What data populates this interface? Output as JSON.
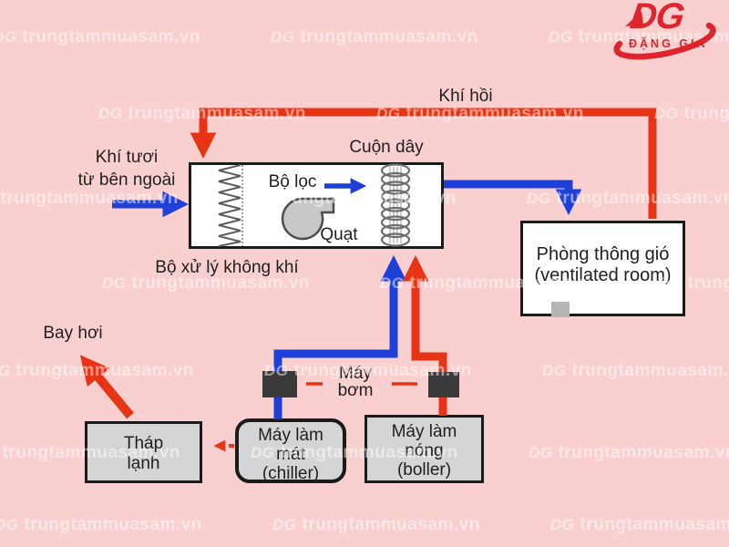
{
  "title": "HVAC air handling system diagram",
  "colors": {
    "hot": "#e73414",
    "cold": "#1e40da",
    "bg": "#f9cfcf",
    "logo": "#e0242b",
    "ink": "#1f1f1f"
  },
  "watermark": {
    "glyph": "DG",
    "text": "trungtammuasam.vn"
  },
  "logo": {
    "initials": "DG",
    "name": "ĐẶNG GIA"
  },
  "labels": {
    "return_air": "Khí hồi",
    "fresh_air_line1": "Khí tươi",
    "fresh_air_line2": "từ bên ngoài",
    "coil": "Cuộn dây",
    "filter": "Bộ lọc",
    "fan": "Quạt",
    "air_handler": "Bộ xử lý không khí",
    "evaporation": "Bay hơi",
    "pump_line1": "Máy",
    "pump_line2": "bơm"
  },
  "boxes": {
    "ventilated_room": {
      "line1": "Phòng thông gió",
      "line2": "(ventilated room)"
    },
    "cooling_tower": {
      "line1": "Tháp",
      "line2": "lạnh"
    },
    "chiller": {
      "line1": "Máy làm",
      "line2": "mát",
      "line3": "(chiller)"
    },
    "boiler": {
      "line1": "Máy làm",
      "line2": "nóng",
      "line3": "(boller)"
    }
  }
}
